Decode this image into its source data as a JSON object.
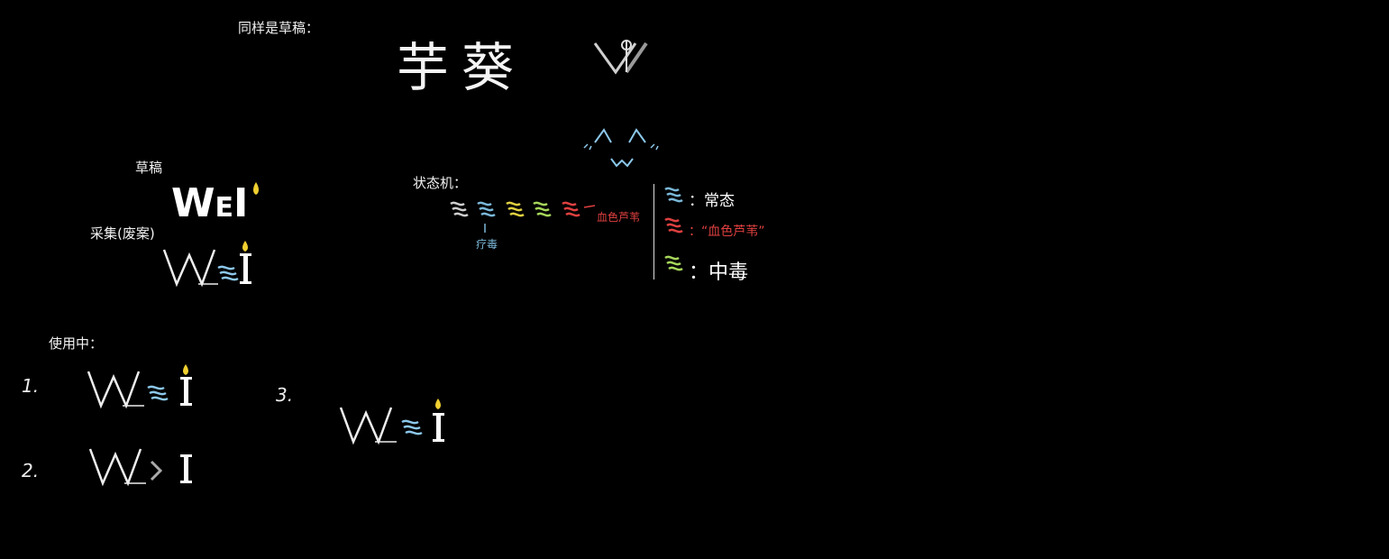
{
  "header": {
    "note": "同样是草稿：",
    "title": "芋葵"
  },
  "sketch_section": {
    "label": "草稿",
    "word_a": "W",
    "word_b": "E",
    "word_c": "I",
    "alt_label": "采集(废案)"
  },
  "state_machine": {
    "label": "状态机：",
    "arrow_label_red": "血色芦苇",
    "arrow_label_blue": "疗毒",
    "legend": [
      {
        "label": "：常态",
        "color": "#7ab8d8"
      },
      {
        "label": "：“血色芦苇”",
        "color": "#e04040"
      },
      {
        "label": "：中毒",
        "color": "#a6d65a"
      }
    ]
  },
  "usage": {
    "label": "使用中：",
    "steps": [
      "1.",
      "2.",
      "3."
    ]
  },
  "colors": {
    "normal": "#7ab8d8",
    "blood": "#e04040",
    "poison": "#a6d65a",
    "yellow": "#e0d040",
    "flame": "#f0d030"
  }
}
